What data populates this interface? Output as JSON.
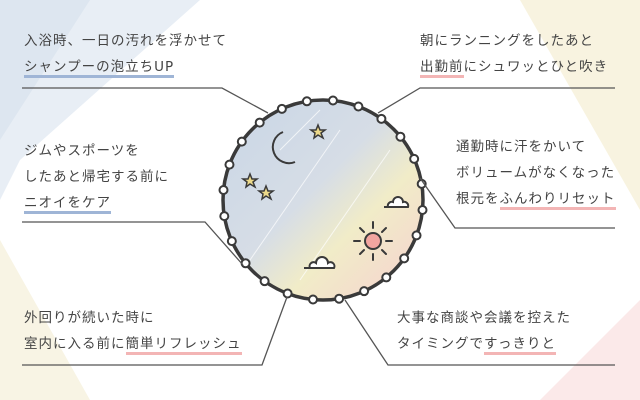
{
  "colors": {
    "blue_underline": "#9fb5d6",
    "pink_underline": "#f3b5b5",
    "line": "#555555",
    "ring": "#3a3a3a"
  },
  "callouts": [
    {
      "id": "top-left",
      "lines": [
        "入浴時、一日の汚れを浮かせて"
      ],
      "highlight_prefix": "",
      "highlight": "シャンプーの泡立ちUP",
      "highlight_suffix": ""
    },
    {
      "id": "top-right",
      "lines": [
        "朝にランニングをしたあと"
      ],
      "highlight_prefix": "",
      "highlight": "出勤前",
      "highlight_suffix": "にシュワッとひと吹き"
    },
    {
      "id": "mid-left",
      "lines": [
        "ジムやスポーツを",
        "したあと帰宅する前に"
      ],
      "highlight_prefix": "",
      "highlight": "ニオイをケア",
      "highlight_suffix": ""
    },
    {
      "id": "mid-right",
      "lines": [
        "通勤時に汗をかいて",
        "ボリュームがなくなった"
      ],
      "highlight_prefix": "根元を",
      "highlight": "ふんわりリセット",
      "highlight_suffix": ""
    },
    {
      "id": "bottom-left",
      "lines": [
        "外回りが続いた時に"
      ],
      "highlight_prefix": "室内に入る前に",
      "highlight": "簡単リフレッシュ",
      "highlight_suffix": ""
    },
    {
      "id": "bottom-right",
      "lines": [
        "大事な商談や会議を控えた"
      ],
      "highlight_prefix": "タイミングで",
      "highlight": "すっきりと",
      "highlight_suffix": ""
    }
  ]
}
